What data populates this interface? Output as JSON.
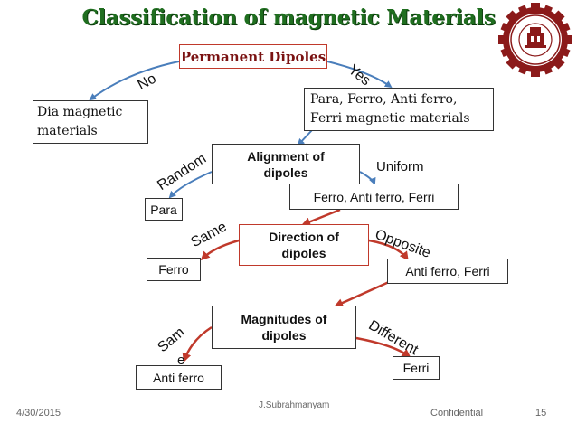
{
  "title": "Classification of magnetic Materials",
  "nodes": {
    "permanent_dipoles": "Permanent Dipoles",
    "dia_magnetic": "Dia magnetic materials",
    "para_ferro_group": "Para, Ferro, Anti ferro, Ferri magnetic materials",
    "alignment": "Alignment of dipoles",
    "para": "Para",
    "ferro_af_ferri": "Ferro, Anti ferro, Ferri",
    "direction": "Direction of dipoles",
    "ferro": "Ferro",
    "af_ferri": "Anti ferro, Ferri",
    "magnitudes": "Magnitudes of dipoles",
    "anti_ferro": "Anti ferro",
    "ferri": "Ferri"
  },
  "edges": {
    "no": "No",
    "yes": "Yes",
    "random": "Random",
    "uniform": "Uniform",
    "same1": "Same",
    "opposite": "Opposite",
    "same2_line1": "Sam",
    "same2_line2": "e",
    "different": "Different"
  },
  "footer": {
    "date": "4/30/2015",
    "author": "J.Subrahmanyam",
    "confidential": "Confidential",
    "page": "15"
  },
  "colors": {
    "title": "#1f6e1f",
    "blue_arrow": "#4a7ebb",
    "red_arrow": "#c0392b"
  },
  "icons": {
    "logo": "university-seal-logo"
  }
}
